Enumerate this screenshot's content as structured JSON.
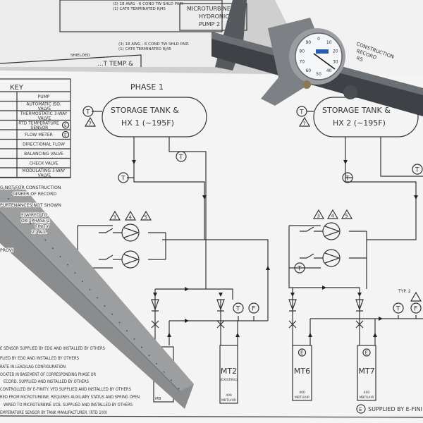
{
  "top_sheets": {
    "pump_box": [
      "MICROTURBINE",
      "HYDRONIC",
      "PUMP 2"
    ],
    "cable_note_1": [
      "(3) 18 AWG - 6 COND TW SHLD PAIR",
      "(1) CAT6 TERMINATED RJ45"
    ],
    "cable_note_2": [
      "(3) 18 AWG - 6 COND TW SHLD PAIR",
      "(1) CAT6 TERMINATED RJ45"
    ],
    "shielded": "SHIELDED",
    "temp_box": "...T TEMP &",
    "construction": [
      "CONSTRUCTION",
      "RECORD",
      "RS"
    ]
  },
  "caliper": {
    "dial_numbers": [
      "0",
      "10",
      "20",
      "30",
      "40",
      "50",
      "60",
      "70",
      "80",
      "90"
    ]
  },
  "key": {
    "title": "KEY",
    "items": [
      "PUMP",
      "AUTOMATIC ISO. VALVE",
      "THERMOSTATIC 3-WAY VALVE",
      "RTD TEMPERATURE SENSOR",
      "FLOW METER",
      "DIRECTIONAL FLOW",
      "BALANCING VALVE",
      "CHECK VALVE",
      "MODULATING 3-WAY VALVE"
    ],
    "efinity_mark": "E"
  },
  "diagram": {
    "phase_label": "PHASE 1",
    "tank1": [
      "STORAGE TANK &",
      "HX 1 (~195F)"
    ],
    "tank2": [
      "STORAGE TANK &",
      "HX 2 (~195F)"
    ],
    "temp_symbol": "T",
    "flow_symbol": "F",
    "tank_note_num": "7",
    "pump_notes": [
      "3",
      "4",
      "5"
    ],
    "typ": "TYP. 2",
    "units": [
      {
        "name": "MT2",
        "sub": "(EXISTING)",
        "rating": [
          "400",
          "MBTU/HR"
        ]
      },
      {
        "name": "MT6",
        "sub": "",
        "rating": [
          "400",
          "MBTU/HR"
        ]
      },
      {
        "name": "MT7",
        "sub": "",
        "rating": [
          "400",
          "MBTU/HR"
        ]
      }
    ],
    "partial_unit_label": "MB",
    "legend": "SUPPLIED BY E-FINI"
  },
  "notes": {
    "upper": [
      "G NOT FOR CONSTRUCTION",
      "GINEER OF RECORD",
      "PURTENANCES NOT SHOWN",
      "E WIRED TO",
      "OX.' PHASE 2",
      "FINITY",
      "2.' ALL",
      "PROVI"
    ],
    "lower": [
      "E SENSOR SUPPLIED BY EDG AND INSTALLED BY OTHERS",
      "PLIED BY EDG AND INSTALLED BY OTHERS",
      "RATE IN LEAD/LAG CONFIGURATION",
      "OCATED IN BASEMENT OF CORRESPONDING PHASE OR",
      "ECORD. SUPPLIED AND INSTALLED BY OTHERS",
      "CONTROLLED BY E-FINITY. VFD SUPPLIED AND INSTALLED BY OTHERS",
      "RED FROM MICROTURBINE. REQUIRES AUXILIARY STATUS AND SPRING OPEN",
      "WIRED TO MICROTURBINE UCB. SUPPLIED AND INSTALLED BY OTHERS",
      "EMPERATURE SENSOR BY TANK MANUFACTURER. (RTD 100)"
    ]
  }
}
